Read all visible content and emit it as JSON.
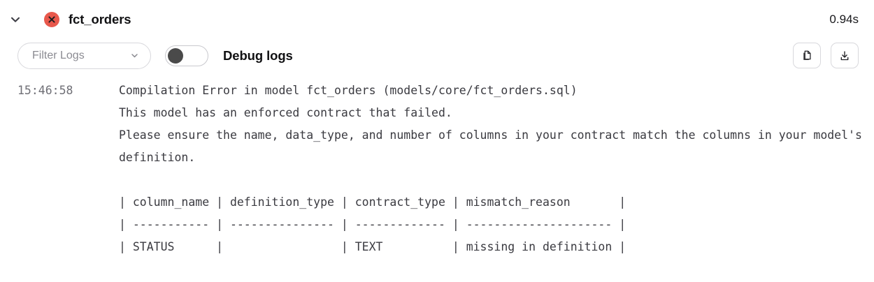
{
  "header": {
    "expand_icon": "chevron-down-icon",
    "status_icon": "error-circle-x-icon",
    "status_color": "#e8584c",
    "title": "fct_orders",
    "duration": "0.94s"
  },
  "toolbar": {
    "filter": {
      "placeholder": "Filter Logs",
      "caret_icon": "chevron-down-icon"
    },
    "debug_toggle": {
      "label": "Debug logs",
      "state": "off",
      "knob_color": "#4a4a4a"
    },
    "copy_button": {
      "icon": "copy-icon",
      "label": "Copy logs"
    },
    "download_button": {
      "icon": "download-icon",
      "label": "Download logs"
    }
  },
  "logs": {
    "clipped_top_line": {
      "time": "",
      "text": "      —                          —          .",
      "color": "#b5413a"
    },
    "entries": [
      {
        "time": "15:46:58",
        "text": "Compilation Error in model fct_orders (models/core/fct_orders.sql)"
      },
      {
        "time": "",
        "text": "This model has an enforced contract that failed."
      },
      {
        "time": "",
        "text": "Please ensure the name, data_type, and number of columns in your contract match the columns in your model's definition."
      },
      {
        "time": "",
        "text": ""
      },
      {
        "time": "",
        "text": "| column_name | definition_type | contract_type | mismatch_reason       |"
      },
      {
        "time": "",
        "text": "| ----------- | --------------- | ------------- | --------------------- |"
      },
      {
        "time": "",
        "text": "| STATUS      |                 | TEXT          | missing in definition |"
      }
    ]
  },
  "table_data": {
    "type": "table",
    "columns": [
      "column_name",
      "definition_type",
      "contract_type",
      "mismatch_reason"
    ],
    "rows": [
      [
        "STATUS",
        "",
        "TEXT",
        "missing in definition"
      ]
    ]
  }
}
